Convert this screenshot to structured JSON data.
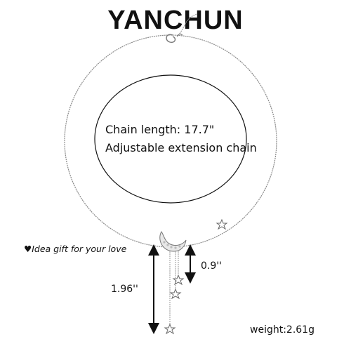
{
  "brand": "YANCHUN",
  "inner_text": {
    "chain_length": "Chain length: 17.7\"",
    "extension": "Adjustable extension chain"
  },
  "gift_note": "♥Idea gift for your love",
  "measurements": {
    "short_drop": "0.9''",
    "long_drop": "1.96''"
  },
  "weight": "weight:2.61g"
}
